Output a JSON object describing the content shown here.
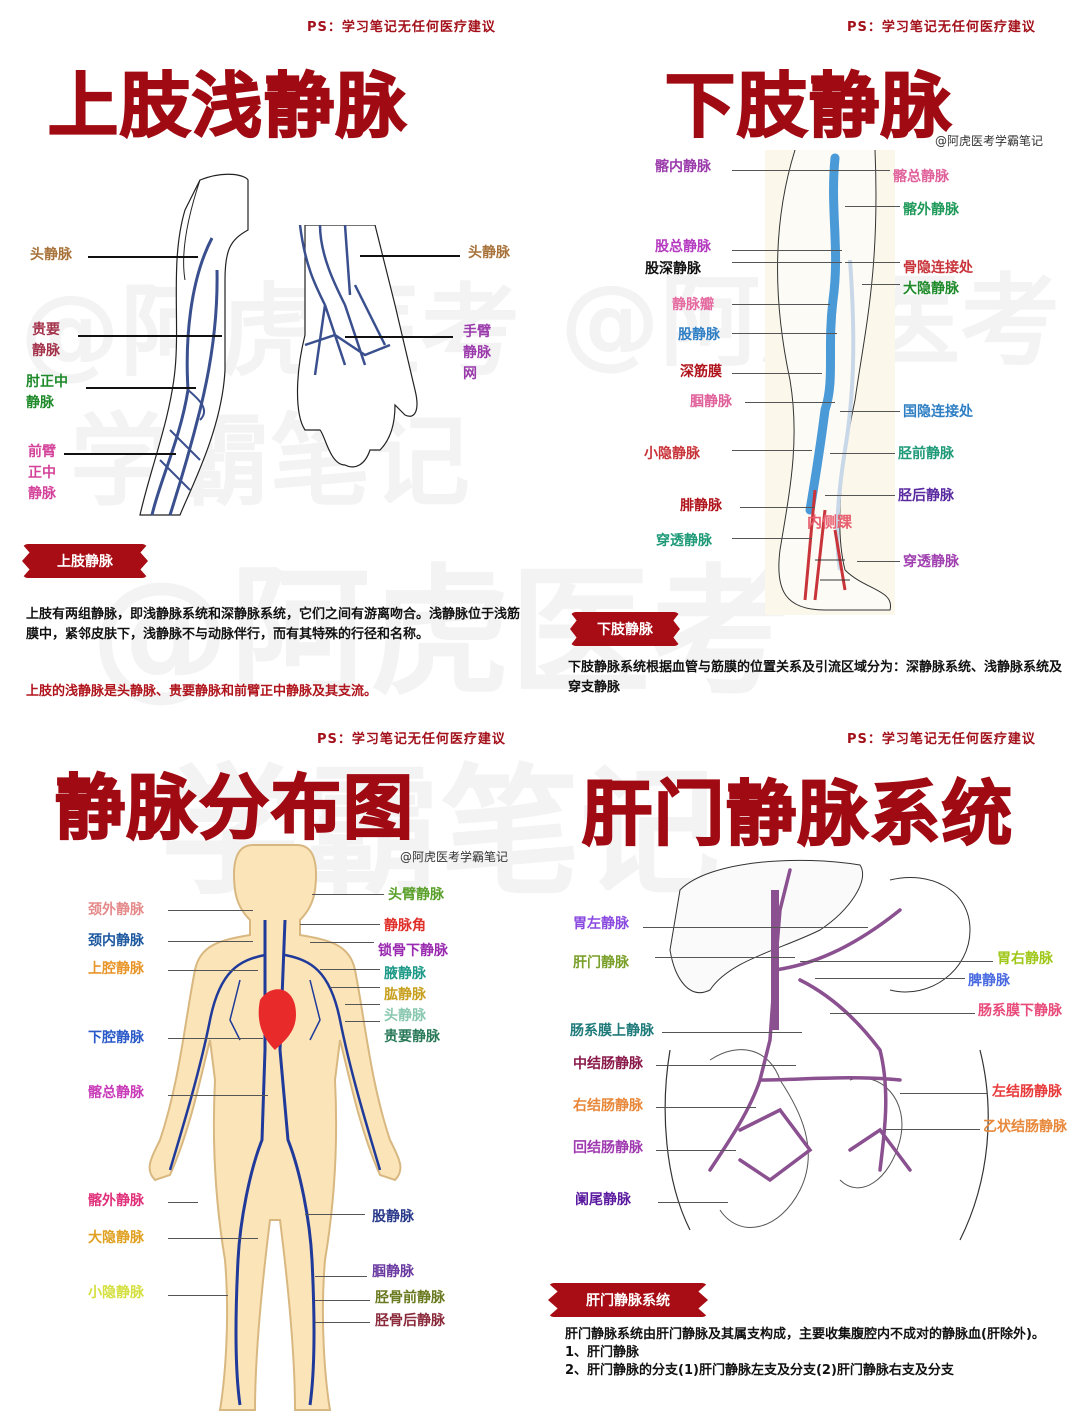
{
  "disclaimer": "PS：学习笔记无任何医疗建议",
  "credit": "@阿虎医考学霸笔记",
  "watermark": {
    "line1": "@阿虎医考",
    "line2": "学霸笔记"
  },
  "panels": {
    "upper_limb": {
      "title": "上肢浅静脉",
      "labels": [
        {
          "text": "头静脉",
          "color": "#a8733a"
        },
        {
          "text": "贵要\n静脉",
          "color": "#a3324a"
        },
        {
          "text": "肘正中\n静脉",
          "color": "#1f8a2a"
        },
        {
          "text": "前臂\n正中\n静脉",
          "color": "#d4439a"
        },
        {
          "text": "头静脉",
          "color": "#a8733a"
        },
        {
          "text": "手臂\n静脉\n网",
          "color": "#9a3aab"
        }
      ],
      "badge": "上肢静脉",
      "paragraph": "上肢有两组静脉，即浅静脉系统和深静脉系统，它们之间有游离吻合。浅静脉位于浅筋膜中，紧邻皮肤下，浅静脉不与动脉伴行，而有其特殊的行径和名称。",
      "highlight": "上肢的浅静脉是头静脉、贵要静脉和前臂正中静脉及其支流。"
    },
    "lower_limb": {
      "title": "下肢静脉",
      "labels_left": [
        {
          "text": "髂内静脉",
          "color": "#9a3aab"
        },
        {
          "text": "股总静脉",
          "color": "#b43ac0"
        },
        {
          "text": "股深静脉",
          "color": "#111111"
        },
        {
          "text": "静脉瓣",
          "color": "#e56aa0"
        },
        {
          "text": "股静脉",
          "color": "#2f7fc4"
        },
        {
          "text": "深筋膜",
          "color": "#b0141c"
        },
        {
          "text": "腘静脉",
          "color": "#e0609a"
        },
        {
          "text": "小隐静脉",
          "color": "#c8343a"
        },
        {
          "text": "腓静脉",
          "color": "#b0141c"
        },
        {
          "text": "穿透静脉",
          "color": "#1f9a78"
        }
      ],
      "labels_right": [
        {
          "text": "髂总静脉",
          "color": "#e0609a"
        },
        {
          "text": "髂外静脉",
          "color": "#1f9a5a"
        },
        {
          "text": "骨隐连接处",
          "color": "#c8343a"
        },
        {
          "text": "大隐静脉",
          "color": "#1f8a2a"
        },
        {
          "text": "国隐连接处",
          "color": "#2f7fc4"
        },
        {
          "text": "胫前静脉",
          "color": "#1f9a78"
        },
        {
          "text": "胫后静脉",
          "color": "#5a2aa0"
        },
        {
          "text": "穿透静脉",
          "color": "#a040b0"
        }
      ],
      "inner_label": "内侧踝",
      "badge": "下肢静脉",
      "paragraph": "下肢静脉系统根据血管与筋膜的位置关系及引流区域分为：深静脉系统、浅静脉系统及穿支静脉"
    },
    "distribution": {
      "title": "静脉分布图",
      "labels_left": [
        {
          "text": "颈外静脉",
          "color": "#e58a8a"
        },
        {
          "text": "颈内静脉",
          "color": "#1f5aa0"
        },
        {
          "text": "上腔静脉",
          "color": "#e8962a"
        },
        {
          "text": "下腔静脉",
          "color": "#2a5ac8"
        },
        {
          "text": "髂总静脉",
          "color": "#c83ab8"
        },
        {
          "text": "髂外静脉",
          "color": "#e0307a"
        },
        {
          "text": "大隐静脉",
          "color": "#e0a020"
        },
        {
          "text": "小隐静脉",
          "color": "#d4e040"
        }
      ],
      "labels_right": [
        {
          "text": "头臂静脉",
          "color": "#5aa02a"
        },
        {
          "text": "静脉角",
          "color": "#e0302a"
        },
        {
          "text": "锁骨下静脉",
          "color": "#9a2ab0"
        },
        {
          "text": "腋静脉",
          "color": "#1f9a88"
        },
        {
          "text": "肱静脉",
          "color": "#c8a020"
        },
        {
          "text": "头静脉",
          "color": "#8ac8b0"
        },
        {
          "text": "贵要静脉",
          "color": "#2a7a5a"
        },
        {
          "text": "股静脉",
          "color": "#2a3a8a"
        },
        {
          "text": "腘静脉",
          "color": "#6a3aa0"
        },
        {
          "text": "胫骨前静脉",
          "color": "#6a7a20"
        },
        {
          "text": "胫骨后静脉",
          "color": "#8a2a3a"
        }
      ]
    },
    "portal": {
      "title": "肝门静脉系统",
      "labels_left": [
        {
          "text": "胃左静脉",
          "color": "#8a4ae0"
        },
        {
          "text": "肝门静脉",
          "color": "#7aa02a"
        },
        {
          "text": "肠系膜上静脉",
          "color": "#1f7a7a"
        },
        {
          "text": "中结肠静脉",
          "color": "#8a1a4a"
        },
        {
          "text": "右结肠静脉",
          "color": "#e8883a"
        },
        {
          "text": "回结肠静脉",
          "color": "#a03ab0"
        },
        {
          "text": "阑尾静脉",
          "color": "#5a1aa0"
        }
      ],
      "labels_right": [
        {
          "text": "胃右静脉",
          "color": "#a0c81a"
        },
        {
          "text": "脾静脉",
          "color": "#4a6ae0"
        },
        {
          "text": "肠系膜下静脉",
          "color": "#e84a7a"
        },
        {
          "text": "左结肠静脉",
          "color": "#e83a3a"
        },
        {
          "text": "乙状结肠静脉",
          "color": "#e8883a"
        }
      ],
      "badge": "肝门静脉系统",
      "paragraph_lines": [
        "肝门静脉系统由肝门静脉及其属支构成，主要收集腹腔内不成对的静脉血(肝除外)。",
        "1、肝门静脉",
        "2、肝门静脉的分支(1)肝门静脉左支及分支(2)肝门静脉右支及分支"
      ]
    }
  }
}
